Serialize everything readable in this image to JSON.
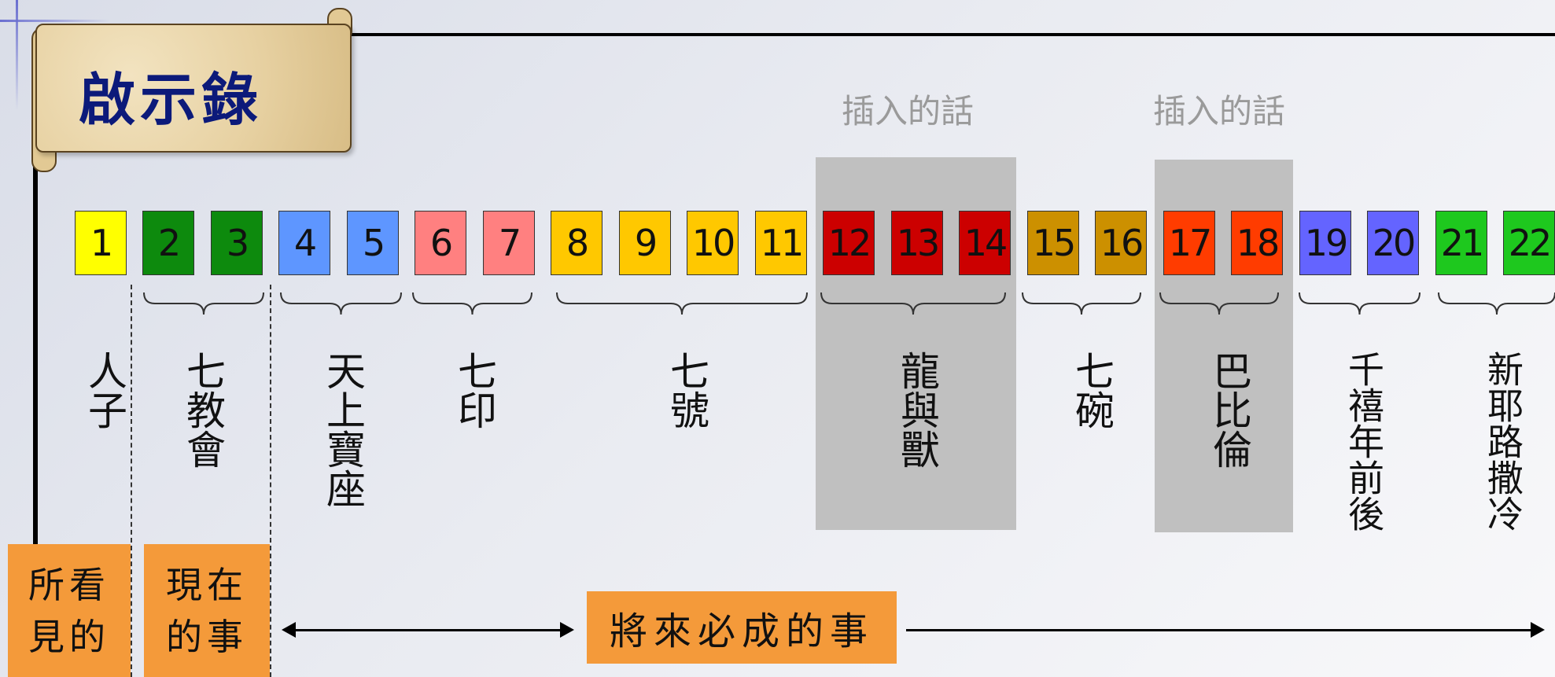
{
  "title": "啟示錄",
  "insert_labels": [
    "插入的話",
    "插入的話"
  ],
  "boxes": [
    {
      "n": "1",
      "color": "#ffff00"
    },
    {
      "n": "2",
      "color": "#0d8a0d"
    },
    {
      "n": "3",
      "color": "#0d8a0d"
    },
    {
      "n": "4",
      "color": "#5e96ff"
    },
    {
      "n": "5",
      "color": "#5e96ff"
    },
    {
      "n": "6",
      "color": "#ff8080"
    },
    {
      "n": "7",
      "color": "#ff8080"
    },
    {
      "n": "8",
      "color": "#ffc800"
    },
    {
      "n": "9",
      "color": "#ffc800"
    },
    {
      "n": "10",
      "color": "#ffc800"
    },
    {
      "n": "11",
      "color": "#ffc800"
    },
    {
      "n": "12",
      "color": "#cc0000"
    },
    {
      "n": "13",
      "color": "#cc0000"
    },
    {
      "n": "14",
      "color": "#cc0000"
    },
    {
      "n": "15",
      "color": "#cc9000"
    },
    {
      "n": "16",
      "color": "#cc9000"
    },
    {
      "n": "17",
      "color": "#ff3c00"
    },
    {
      "n": "18",
      "color": "#ff3c00"
    },
    {
      "n": "19",
      "color": "#6464ff"
    },
    {
      "n": "20",
      "color": "#6464ff"
    },
    {
      "n": "21",
      "color": "#1ec81e"
    },
    {
      "n": "22",
      "color": "#1ec81e"
    }
  ],
  "groups": [
    "人子",
    "七教會",
    "天上寶座",
    "七印",
    "七號",
    "龍與獸",
    "七碗",
    "巴比倫",
    "千禧年前後",
    "新耶路撒冷"
  ],
  "sections": {
    "seen": "所看見的",
    "present": "現在的事",
    "future": "將來必成的事"
  },
  "colors": {
    "orange": "#f49a3a",
    "gray_box": "#c0c0c0",
    "title": "#0c1a7a"
  }
}
